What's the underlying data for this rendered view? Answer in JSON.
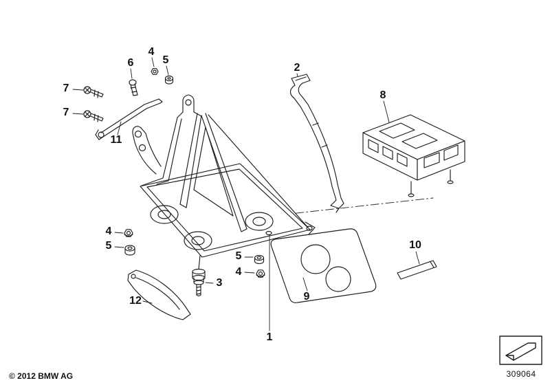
{
  "page": {
    "background": "#ffffff",
    "line_color": "#1c1c1c"
  },
  "diagram": {
    "copyright": "© 2012 BMW AG",
    "drawing_number": "309064",
    "callouts": [
      {
        "id": "screw-upper",
        "label": "7"
      },
      {
        "id": "screw-lower",
        "label": "7"
      },
      {
        "id": "bracket-rod",
        "label": "11"
      },
      {
        "id": "bolt",
        "label": "6"
      },
      {
        "id": "nut-top",
        "label": "4"
      },
      {
        "id": "washer-top",
        "label": "5"
      },
      {
        "id": "battery-strap",
        "label": "2"
      },
      {
        "id": "battery-holder",
        "label": "8"
      },
      {
        "id": "nut-left",
        "label": "4"
      },
      {
        "id": "washer-left",
        "label": "5"
      },
      {
        "id": "rubber-mount",
        "label": "3"
      },
      {
        "id": "lower-bracket",
        "label": "12"
      },
      {
        "id": "washer-center",
        "label": "5"
      },
      {
        "id": "nut-center",
        "label": "4"
      },
      {
        "id": "base-plate",
        "label": "9"
      },
      {
        "id": "battery-tray",
        "label": "1"
      },
      {
        "id": "rod",
        "label": "10"
      }
    ],
    "icons": {
      "direction_box": "direction-arrow-icon"
    }
  }
}
